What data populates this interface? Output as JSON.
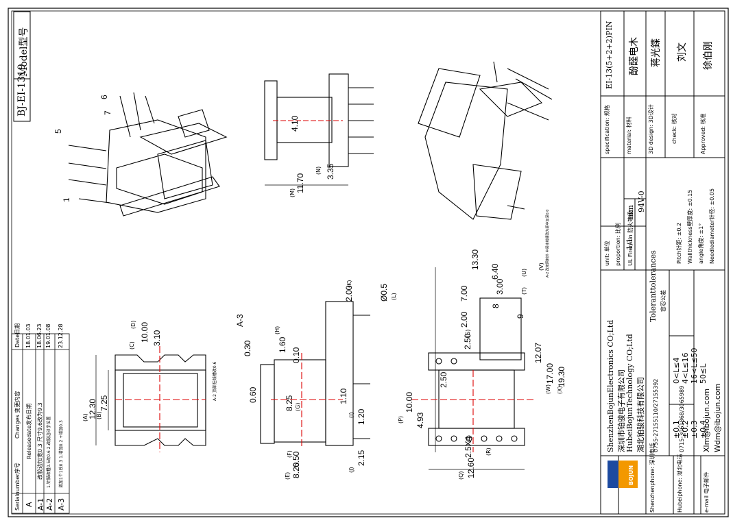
{
  "model": {
    "label": "Model型号",
    "value": "BJ-EI-1319"
  },
  "pins": [
    "1",
    "5",
    "6",
    "7"
  ],
  "changes": {
    "header": {
      "serial": "Serialnumber序号",
      "content": "Changes 变更内容",
      "date": "Date日期"
    },
    "rows": [
      {
        "serial": "A",
        "content": "Releasedate发布日期",
        "date": "18.01.03"
      },
      {
        "serial": "A-1",
        "content": "改胶边加宽0.3 尺寸9.6改为9.3",
        "date": "18.06.23"
      },
      {
        "serial": "A-2",
        "content": "1.针脚改粗0.5改0.6 2.改胶边印字位置",
        "date": "19.01.08"
      },
      {
        "serial": "A-3",
        "content": "增加1个1改0.3 1.增加0.2 +增加0.3",
        "date": "23.12.28"
      }
    ]
  },
  "dims_front": [
    "12.30",
    "7.25",
    "10.00",
    "3.10",
    "A-2 顶部挂线槽改0.6"
  ],
  "dims_side": [
    "A-3",
    "0.30",
    "1.60",
    "0.10",
    "0.60",
    "8.25",
    "1.10",
    "1.20",
    "2.15",
    "6.50",
    "8.20",
    "2.00",
    "Ø0.5"
  ],
  "dims_bottom": [
    "13.30",
    "6.40",
    "7.00",
    "3.00",
    "2.00",
    "2.50",
    "2.50",
    "10.00",
    "4.93",
    "12.07",
    "17.00",
    "19.30",
    "2.5X4",
    "12.60",
    "9",
    "8"
  ],
  "dims_top": [
    "4.10",
    "3.35",
    "11.70"
  ],
  "labels": [
    "(A)",
    "(B)",
    "(C)",
    "(D)",
    "(E)",
    "(F)",
    "(G)",
    "(H)",
    "(I)",
    "(J)",
    "(K)",
    "(L)",
    "(M)",
    "(N)",
    "(P)",
    "(Q)",
    "(R)",
    "(S)",
    "(T)",
    "(U)",
    "(V)",
    "(W)",
    "(X)"
  ],
  "note": "A-2 改按网刺外 中间挂线槽改为距中加深0.0",
  "title_block": {
    "spec_label": "specification: 规格",
    "spec_value": "EI-13(5+2+2)PIN",
    "material_label": "material: 材料",
    "material_value": "酚醛电木",
    "design_label": "3D design: 3D设计",
    "design_value": "蒋光鍱",
    "check_label": "check: 核对",
    "check_value": "刘文",
    "approved_label": "Approved: 核准",
    "approved_value": "徐伯刚",
    "unit_label": "unit: 单位",
    "unit_value": "mm",
    "proportion_label": "proportion: 比例",
    "proportion_value": "1/1",
    "ul_label": "UL Fireratin 防火等级",
    "ul_value": "94V-0",
    "tol_title": "Toleranttolerances",
    "tol_sub": "容忍公差",
    "tol_ranges": [
      "0<L≤4",
      "4<L≤16",
      "16<L≤50",
      "50≤L"
    ],
    "tol_values": [
      "±0.1",
      "±0.2",
      "±0.3",
      "±0.4"
    ],
    "pitch": "Pitch针距: ±0.2",
    "wall": "Wallthickness壁厚度: ±0.15",
    "angle": "angle角度: ±1°",
    "needle": "Needlediameter针径: ±0.05",
    "company": [
      "ShenzhenBojunElectronics CO;Ltd",
      "深圳市铂骏电子有限公司",
      "HubeiBojunTechnology CO;Ltd",
      "湖北铂骏科技有限公司"
    ],
    "sz_label": "Shenzhenphone: 深圳电话",
    "sz_phone": "0755-27155110/27155392",
    "hb_label": "Hubeiphone: 湖北电话",
    "hb_phone": "0715-3061868/3065989",
    "email_label": "e-mail 电子邮件",
    "emails": [
      "Xlm@ibojun.com",
      "Wdm@ibojun.com"
    ],
    "logo_text": "BOJUN"
  }
}
